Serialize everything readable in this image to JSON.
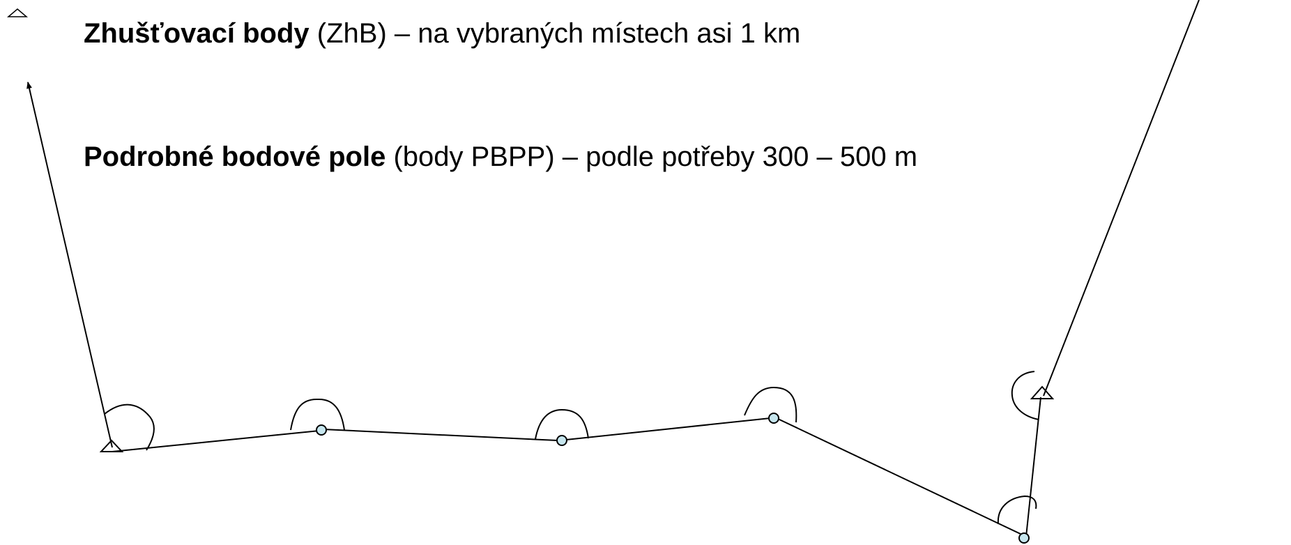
{
  "line1": {
    "bold": "Zhušťovací body",
    "rest": " (ZhB) – na vybraných místech asi 1 km"
  },
  "line2": {
    "bold": "Podrobné bodové pole",
    "rest": " (body PBPP) – podle potřeby 300 – 500 m"
  },
  "colors": {
    "stroke": "#000000",
    "point_fill": "#c6e6ee"
  }
}
